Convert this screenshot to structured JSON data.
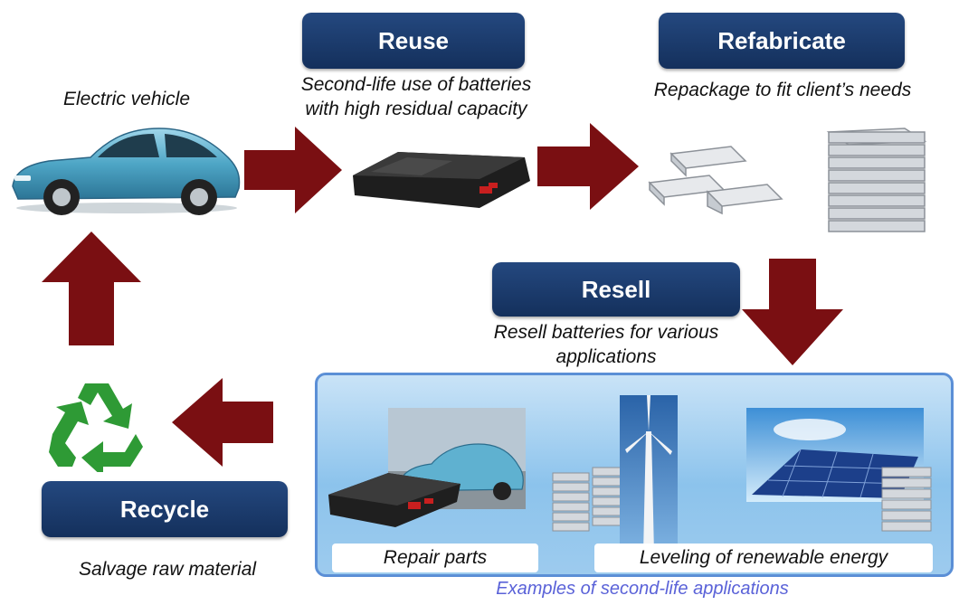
{
  "stages": {
    "reuse": {
      "label": "Reuse",
      "caption_line1": "Second-life use of batteries",
      "caption_line2": "with high residual capacity"
    },
    "refabricate": {
      "label": "Refabricate",
      "caption": "Repackage to fit client’s needs"
    },
    "resell": {
      "label": "Resell",
      "caption_line1": "Resell batteries for various",
      "caption_line2": "applications"
    },
    "recycle": {
      "label": "Recycle",
      "caption": "Salvage raw material"
    }
  },
  "vehicle": {
    "caption": "Electric vehicle"
  },
  "applications": {
    "repair_parts_label": "Repair parts",
    "renewable_label": "Leveling of renewable energy",
    "caption": "Examples of second-life applications"
  },
  "colors": {
    "arrow": "#7a0f12",
    "pill": "#1b3a6b",
    "recycle_green": "#2e9a35",
    "panel_border": "#5b8fd6",
    "caption_blue": "#5a62d8"
  }
}
